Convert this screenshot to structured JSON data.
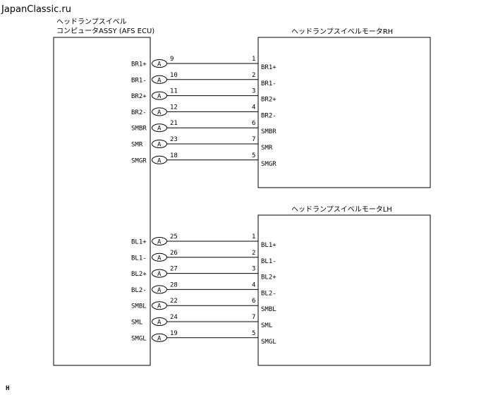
{
  "watermark": "JapanClassic.ru",
  "ecu": {
    "title_line1": "ヘッドランプスイベル",
    "title_line2": "コンピュータASSY (AFS ECU)"
  },
  "motor_rh": {
    "title": "ヘッドランプスイベルモータRH"
  },
  "motor_lh": {
    "title": "ヘッドランプスイベルモータLH"
  },
  "connector_label": "A",
  "footer_mark": "H",
  "rh_wires": [
    {
      "ecu_pin": "BR1+",
      "ecu_no": "9",
      "motor_no": "1",
      "motor_pin": "BR1+"
    },
    {
      "ecu_pin": "BR1-",
      "ecu_no": "10",
      "motor_no": "2",
      "motor_pin": "BR1-"
    },
    {
      "ecu_pin": "BR2+",
      "ecu_no": "11",
      "motor_no": "3",
      "motor_pin": "BR2+"
    },
    {
      "ecu_pin": "BR2-",
      "ecu_no": "12",
      "motor_no": "4",
      "motor_pin": "BR2-"
    },
    {
      "ecu_pin": "SMBR",
      "ecu_no": "21",
      "motor_no": "6",
      "motor_pin": "SMBR"
    },
    {
      "ecu_pin": "SMR",
      "ecu_no": "23",
      "motor_no": "7",
      "motor_pin": "SMR"
    },
    {
      "ecu_pin": "SMGR",
      "ecu_no": "18",
      "motor_no": "5",
      "motor_pin": "SMGR"
    }
  ],
  "lh_wires": [
    {
      "ecu_pin": "BL1+",
      "ecu_no": "25",
      "motor_no": "1",
      "motor_pin": "BL1+"
    },
    {
      "ecu_pin": "BL1-",
      "ecu_no": "26",
      "motor_no": "2",
      "motor_pin": "BL1-"
    },
    {
      "ecu_pin": "BL2+",
      "ecu_no": "27",
      "motor_no": "3",
      "motor_pin": "BL2+"
    },
    {
      "ecu_pin": "BL2-",
      "ecu_no": "28",
      "motor_no": "4",
      "motor_pin": "BL2-"
    },
    {
      "ecu_pin": "SMBL",
      "ecu_no": "22",
      "motor_no": "6",
      "motor_pin": "SMBL"
    },
    {
      "ecu_pin": "SML",
      "ecu_no": "24",
      "motor_no": "7",
      "motor_pin": "SML"
    },
    {
      "ecu_pin": "SMGL",
      "ecu_no": "19",
      "motor_no": "5",
      "motor_pin": "SMGL"
    }
  ]
}
